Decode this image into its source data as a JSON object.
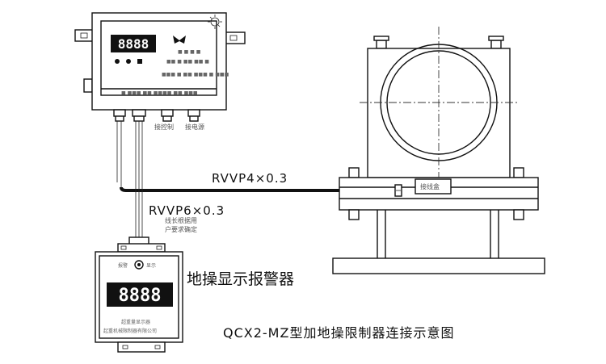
{
  "controller": {
    "display_digits": "8888",
    "side_small_text": "↘ ↗ ↘",
    "panel_line1": "■ ■ ■ ■",
    "panel_line2": "■■ ■ ■■ ■■ ■",
    "panel_line3": "■■■ ■ ■■ ■■■ ■ ■■■",
    "bottom_band": "■ ■■■ ■■ ■■■■ ■■ ■■■",
    "connector_label_1": "接控制",
    "connector_label_2": "接电源"
  },
  "cables": {
    "upper": "RVVP4×0.3",
    "lower": "RVVP6×0.3",
    "lower_note_1": "线长根据用",
    "lower_note_2": "户要求确定"
  },
  "sensor": {
    "junction_box_label": "接线盒"
  },
  "display_unit": {
    "name": "地操显示报警器",
    "top_label_left": "报警",
    "top_label_right": "显示",
    "display_digits": "8888",
    "text_line1": "超重量显示器",
    "text_line2": "起重机械限制器有限公司"
  },
  "caption": "QCX2-MZ型加地操限制器连接示意图"
}
